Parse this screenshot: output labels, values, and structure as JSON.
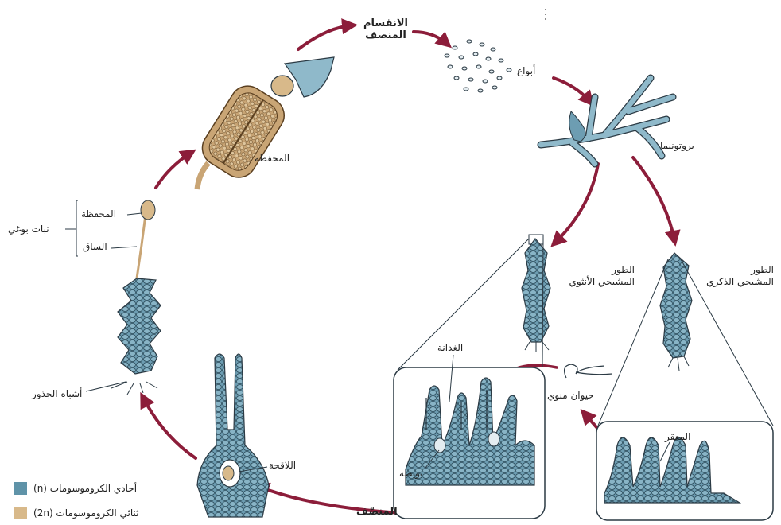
{
  "labels": {
    "meiosis_line1": "الانقسام",
    "meiosis_line2": "المنصف",
    "spores": "أبواغ",
    "protonema": "بروتونيما",
    "capsule_big": "المحفظة",
    "capsule_small": "المحفظة",
    "stalk": "الساق",
    "sporophyte": "نبات بوغي",
    "rhizoids": "أشباه الجذور",
    "female_line1": "الطور",
    "female_line2": "المشيجي الأنثوي",
    "male_line1": "الطور",
    "male_line2": "المشيجي الذكري",
    "archegonium": "الغدانة",
    "egg": "بويضة",
    "sperm": "حيوان منوي",
    "antheridium": "المعقر",
    "zygote": "اللاقحة",
    "fertilization": "المنصّف"
  },
  "legend": [
    {
      "text": "أحادي الكروموسومات (n)",
      "color": "#5f93a8"
    },
    {
      "text": "ثنائي الكروموسومات (2n)",
      "color": "#d8b98a"
    }
  ],
  "colors": {
    "haploid": "#5f93a8",
    "diploid": "#d8b98a",
    "arrow": "#8c1d3a",
    "outline": "#2b3a44"
  }
}
